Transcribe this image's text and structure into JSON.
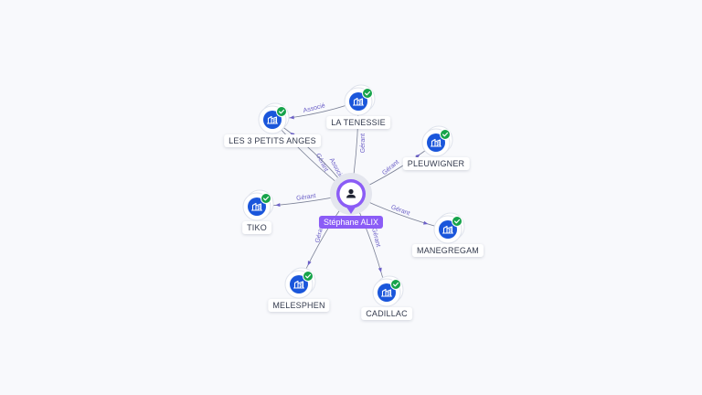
{
  "colors": {
    "edge": "#7b8196",
    "edge_label": "#6b5fc7",
    "company_badge": "#1a56db",
    "check_badge": "#16a34a",
    "person_accent": "#8b5cf6"
  },
  "center": {
    "name": "Stéphane ALIX",
    "icon": "person-icon"
  },
  "companies": [
    {
      "id": "la-tenessie",
      "name": "LA TENESSIE",
      "icon": "building-icon",
      "status_icon": "check-icon"
    },
    {
      "id": "les-3-petits-anges",
      "name": "LES 3 PETITS ANGES",
      "icon": "building-icon",
      "status_icon": "check-icon"
    },
    {
      "id": "pleuwigner",
      "name": "PLEUWIGNER",
      "icon": "building-icon",
      "status_icon": "check-icon"
    },
    {
      "id": "tiko",
      "name": "TIKO",
      "icon": "building-icon",
      "status_icon": "check-icon"
    },
    {
      "id": "manegregam",
      "name": "MANEGREGAM",
      "icon": "building-icon",
      "status_icon": "check-icon"
    },
    {
      "id": "melesphen",
      "name": "MELESPHEN",
      "icon": "building-icon",
      "status_icon": "check-icon"
    },
    {
      "id": "cadillac",
      "name": "CADILLAC",
      "icon": "building-icon",
      "status_icon": "check-icon"
    }
  ],
  "edges": [
    {
      "from": "center",
      "to": "la-tenessie",
      "label": "Gérant"
    },
    {
      "from": "center",
      "to": "les-3-petits-anges",
      "label": "Gérant"
    },
    {
      "from": "center",
      "to": "les-3-petits-anges",
      "label": "Associé"
    },
    {
      "from": "la-tenessie",
      "to": "les-3-petits-anges",
      "label": "Associé"
    },
    {
      "from": "center",
      "to": "pleuwigner",
      "label": "Gérant"
    },
    {
      "from": "center",
      "to": "tiko",
      "label": "Gérant"
    },
    {
      "from": "center",
      "to": "manegregam",
      "label": "Gérant"
    },
    {
      "from": "center",
      "to": "melesphen",
      "label": "Gérant"
    },
    {
      "from": "center",
      "to": "cadillac",
      "label": "Gérant"
    }
  ]
}
